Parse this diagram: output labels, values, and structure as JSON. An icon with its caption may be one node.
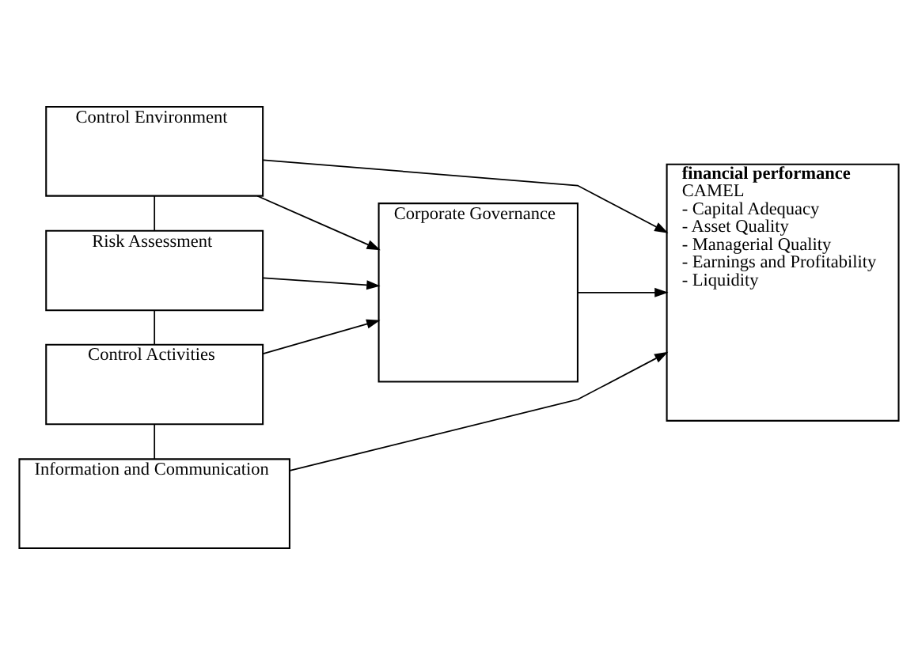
{
  "diagram": {
    "nodes": [
      {
        "text": [
          "Control Environment"
        ]
      },
      {
        "text": [
          "Risk Assessment"
        ]
      },
      {
        "text": [
          "Control Activities"
        ]
      },
      {
        "text": [
          "Information and Communication"
        ]
      },
      {
        "text": [
          "Corporate Governance"
        ]
      },
      {
        "text": [
          "financial performance",
          "CAMEL",
          "- Capital Adequacy",
          "- Asset Quality",
          "- Managerial Quality",
          "- Earnings and Profitability",
          "- Liquidity"
        ]
      }
    ],
    "edges": [
      {
        "from": 0,
        "to": 1,
        "arrow": "none"
      },
      {
        "from": 1,
        "to": 2,
        "arrow": "none"
      },
      {
        "from": 2,
        "to": 3,
        "arrow": "none"
      },
      {
        "from": 0,
        "to": 4,
        "arrow": "to"
      },
      {
        "from": 1,
        "to": 4,
        "arrow": "to"
      },
      {
        "from": 2,
        "to": 4,
        "arrow": "to"
      },
      {
        "from": 4,
        "to": 5,
        "arrow": "to"
      },
      {
        "from": 0,
        "to": 5,
        "arrow": "to"
      },
      {
        "from": 3,
        "to": 5,
        "arrow": "to"
      }
    ]
  }
}
